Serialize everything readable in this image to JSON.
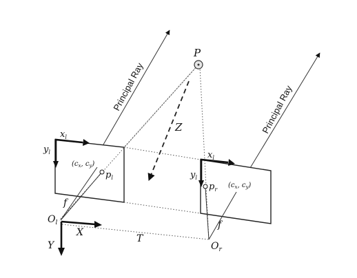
{
  "labels": {
    "principal_ray_left": "Principal Ray",
    "principal_ray_right": "Principal Ray",
    "P": "P",
    "Z": "Z",
    "T": "T",
    "f_left": "f",
    "f_right": "f",
    "Ol": "O",
    "Ol_sub": "l",
    "Or": "O",
    "Or_sub": "r",
    "X": "X",
    "Y": "Y",
    "xl": "x",
    "xl_sub": "l",
    "yl": "y",
    "yl_sub": "l",
    "xr": "x",
    "xr_sub": "l",
    "yr": "y",
    "yr_sub": "l",
    "pl": "p",
    "pl_sub": "l",
    "pr": "p",
    "pr_sub": "r",
    "c_left": "(c",
    "c_left_x": "x",
    "c_left_mid": ", c",
    "c_left_y": "y",
    "c_left_end": ")",
    "c_right": "(c",
    "c_right_x": "x",
    "c_right_mid": ", c",
    "c_right_y": "y",
    "c_right_end": ")"
  }
}
